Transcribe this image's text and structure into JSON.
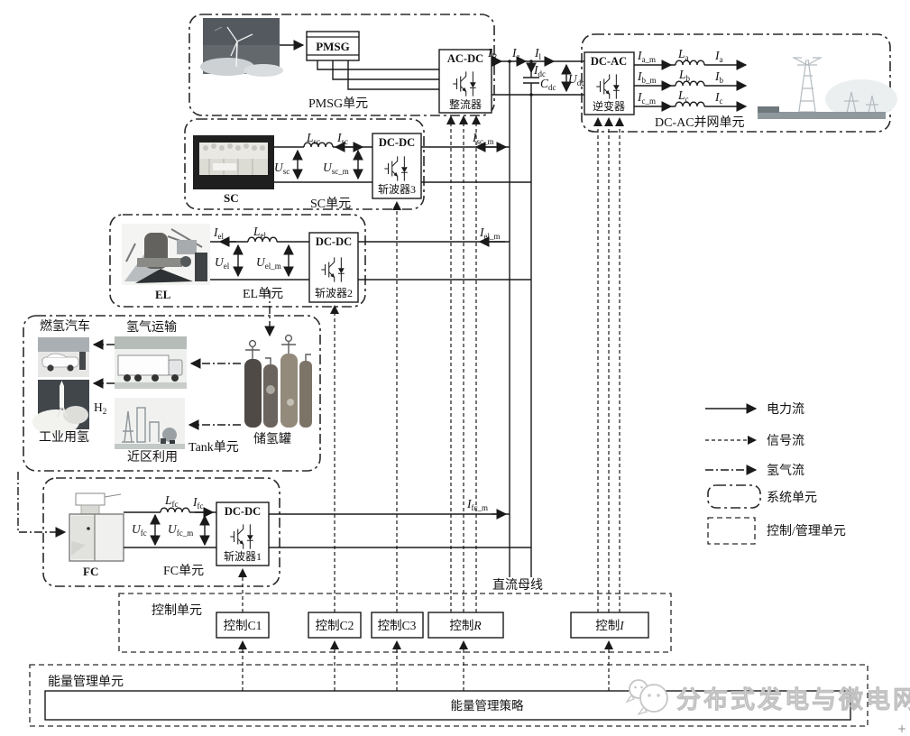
{
  "colors": {
    "ink": "#1a1a1a",
    "watermark": "#e2e2e2",
    "photo_gray": "#9aa0a4"
  },
  "icons": {
    "watermark_icon": "wechat-chat-bubbles-icon"
  },
  "units": {
    "pmsg": {
      "name": "PMSG单元",
      "generator": "PMSG"
    },
    "sc": {
      "name": "SC单元",
      "device": "SC"
    },
    "el": {
      "name": "EL单元",
      "device": "EL"
    },
    "tank": {
      "name": "Tank单元",
      "car": "燃氢汽车",
      "transport": "氢气运输",
      "industry": "工业用氢",
      "local": "近区利用",
      "storage": "储氢罐"
    },
    "fc": {
      "name": "FC单元",
      "device": "FC"
    },
    "grid": {
      "name": "DC-AC并网单元"
    }
  },
  "converters": {
    "rectifier": {
      "type": "AC-DC",
      "name": "整流器"
    },
    "inverter": {
      "type": "DC-AC",
      "name": "逆变器"
    },
    "chopper1": {
      "type": "DC-DC",
      "name": "斩波器1"
    },
    "chopper2": {
      "type": "DC-DC",
      "name": "斩波器2"
    },
    "chopper3": {
      "type": "DC-DC",
      "name": "斩波器3"
    }
  },
  "bus": {
    "name": "直流母线"
  },
  "control": {
    "name": "控制单元",
    "c1": {
      "prefix": "控制",
      "suffix": "C1"
    },
    "c2": {
      "prefix": "控制",
      "suffix": "C2"
    },
    "c3": {
      "prefix": "控制",
      "suffix": "C3"
    },
    "r": {
      "prefix": "控制",
      "suffix": "R"
    },
    "i": {
      "prefix": "控制",
      "suffix": "I"
    }
  },
  "energy": {
    "name": "能量管理单元",
    "strategy": "能量管理策略"
  },
  "legend": {
    "power": "电力流",
    "signal": "信号流",
    "hydrogen": "氢气流",
    "system_unit": "系统单元",
    "control_unit": "控制/管理单元"
  },
  "watermark": {
    "text": "分布式发电与微电网"
  },
  "math": {
    "i_r": {
      "b": "I",
      "s": "R"
    },
    "i_z": {
      "b": "I",
      "s": "z"
    },
    "i_l": {
      "b": "I",
      "s": "l"
    },
    "i_dc": {
      "b": "I",
      "s": "dc"
    },
    "c_dc": {
      "b": "C",
      "s": "dc"
    },
    "u_dc": {
      "b": "U",
      "s": "dc"
    },
    "i_a_m": {
      "b": "I",
      "s": "a_m"
    },
    "l_a": {
      "b": "L",
      "s": "a"
    },
    "i_a": {
      "b": "I",
      "s": "a"
    },
    "i_b_m": {
      "b": "I",
      "s": "b_m"
    },
    "l_b": {
      "b": "L",
      "s": "b"
    },
    "i_b": {
      "b": "I",
      "s": "b"
    },
    "i_c_m": {
      "b": "I",
      "s": "c_m"
    },
    "l_c": {
      "b": "L",
      "s": "c"
    },
    "i_c": {
      "b": "I",
      "s": "c"
    },
    "l_sc": {
      "b": "L",
      "s": "sc"
    },
    "i_sc": {
      "b": "I",
      "s": "sc"
    },
    "u_sc": {
      "b": "U",
      "s": "sc"
    },
    "u_sc_m": {
      "b": "U",
      "s": "sc_m"
    },
    "i_sc_m": {
      "b": "I",
      "s": "sc_m"
    },
    "i_el": {
      "b": "I",
      "s": "el"
    },
    "l_el": {
      "b": "L",
      "s": "el"
    },
    "u_el": {
      "b": "U",
      "s": "el"
    },
    "u_el_m": {
      "b": "U",
      "s": "el_m"
    },
    "i_el_m": {
      "b": "I",
      "s": "el_m"
    },
    "l_fc": {
      "b": "L",
      "s": "fc"
    },
    "i_fc": {
      "b": "I",
      "s": "fc"
    },
    "u_fc": {
      "b": "U",
      "s": "fc"
    },
    "u_fc_m": {
      "b": "U",
      "s": "fc_m"
    },
    "i_fc_m": {
      "b": "I",
      "s": "fc_m"
    },
    "h2": {
      "b": "H",
      "s": "2"
    }
  },
  "artifacts": {
    "plus": "+"
  }
}
